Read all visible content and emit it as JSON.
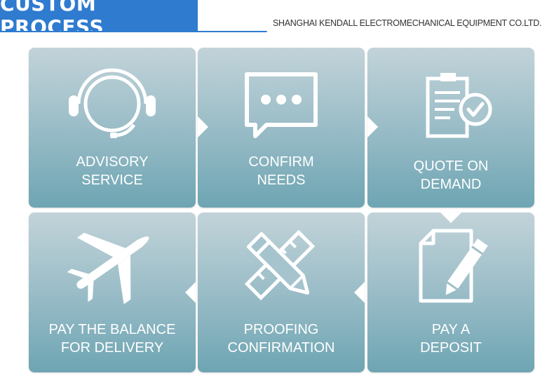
{
  "header": {
    "title": "CUSTOM PROCESS",
    "company": "SHANGHAI KENDALL ELECTROMECHANICAL EQUIPMENT CO.LTD.",
    "accent_color": "#2e7bd0"
  },
  "steps": [
    {
      "line1": "ADVISORY",
      "line2": "SERVICE",
      "icon": "headset-icon"
    },
    {
      "line1": "CONFIRM",
      "line2": "NEEDS",
      "icon": "chat-bubble-icon"
    },
    {
      "line1": "QUOTE ON",
      "line2": "DEMAND",
      "icon": "clipboard-check-icon"
    },
    {
      "line1": "PAY THE BALANCE",
      "line2": "FOR DELIVERY",
      "icon": "airplane-icon"
    },
    {
      "line1": "PROOFING",
      "line2": "CONFIRMATION",
      "icon": "pencil-ruler-icon"
    },
    {
      "line1": "PAY A",
      "line2": "DEPOSIT",
      "icon": "document-pen-icon"
    }
  ]
}
